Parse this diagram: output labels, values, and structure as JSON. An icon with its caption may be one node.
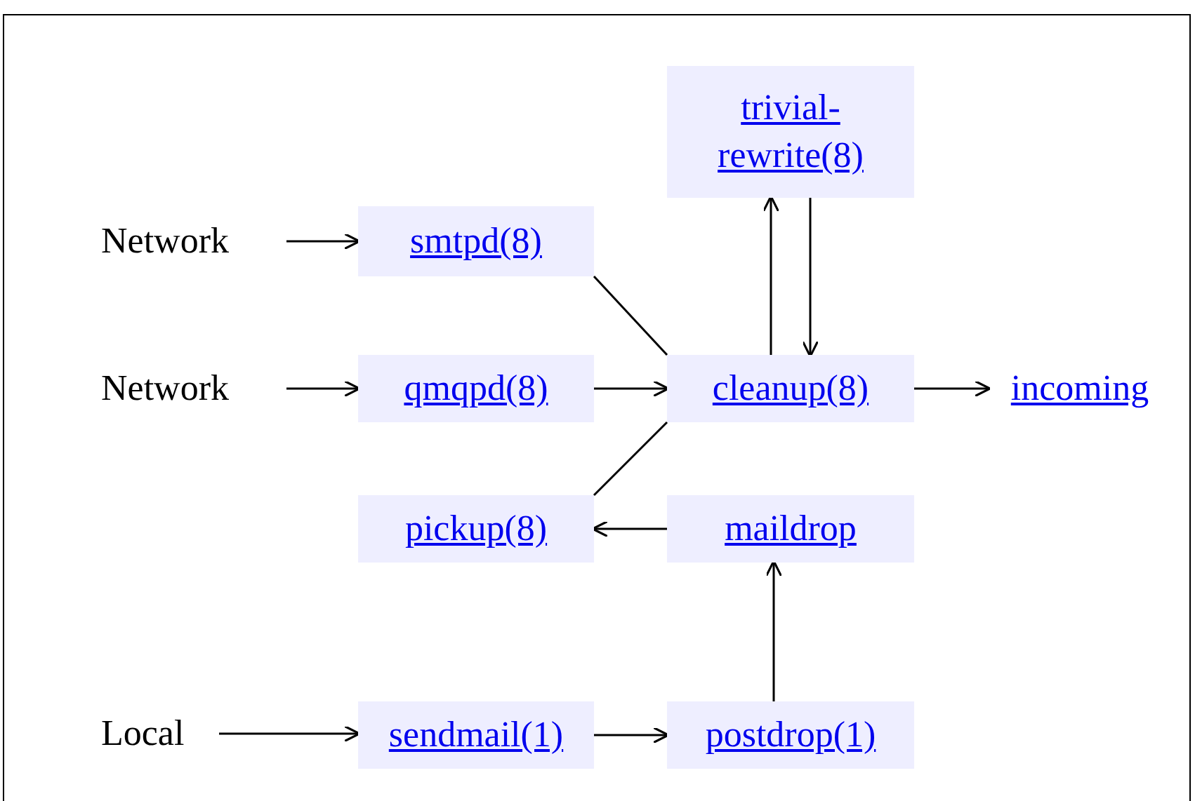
{
  "diagram": {
    "nodes": [
      {
        "text": [
          "trivial-rewrite(8)"
        ]
      },
      {
        "text": [
          "Network"
        ]
      },
      {
        "text": [
          "smtpd(8)"
        ]
      },
      {
        "text": [
          "Network"
        ]
      },
      {
        "text": [
          "qmqpd(8)"
        ]
      },
      {
        "text": [
          "cleanup(8)"
        ]
      },
      {
        "text": [
          "incoming"
        ]
      },
      {
        "text": [
          "pickup(8)"
        ]
      },
      {
        "text": [
          "maildrop"
        ]
      },
      {
        "text": [
          "Local"
        ]
      },
      {
        "text": [
          "sendmail(1)"
        ]
      },
      {
        "text": [
          "postdrop(1)"
        ]
      }
    ],
    "edges": [
      {
        "from": 1,
        "to": 2,
        "arrow": "to"
      },
      {
        "from": 5,
        "to": 0,
        "arrow": "to"
      },
      {
        "from": 0,
        "to": 5,
        "arrow": "to"
      },
      {
        "from": 2,
        "to": 5,
        "arrow": "none"
      },
      {
        "from": 3,
        "to": 4,
        "arrow": "to"
      },
      {
        "from": 4,
        "to": 5,
        "arrow": "to"
      },
      {
        "from": 5,
        "to": 6,
        "arrow": "to"
      },
      {
        "from": 7,
        "to": 5,
        "arrow": "none"
      },
      {
        "from": 8,
        "to": 7,
        "arrow": "to"
      },
      {
        "from": 11,
        "to": 8,
        "arrow": "to"
      },
      {
        "from": 9,
        "to": 10,
        "arrow": "to"
      },
      {
        "from": 10,
        "to": 11,
        "arrow": "to"
      }
    ]
  }
}
